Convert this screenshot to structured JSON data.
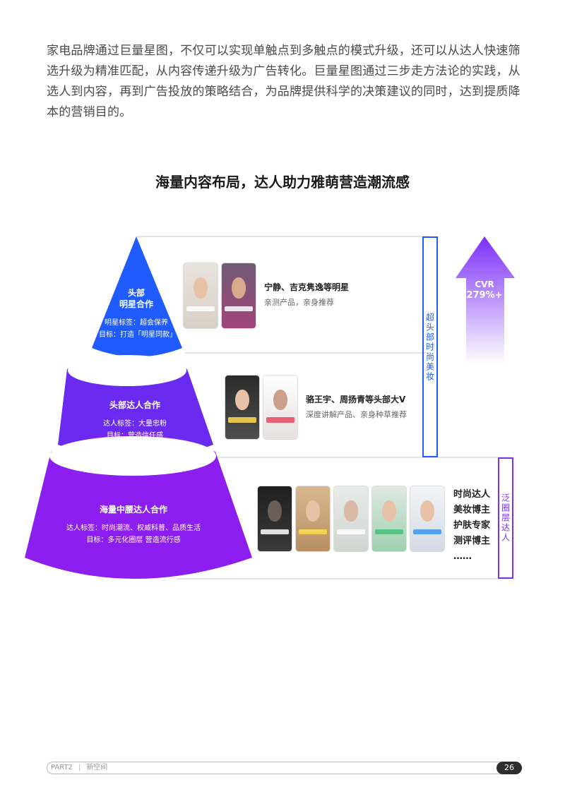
{
  "intro": "家电品牌通过巨量星图，不仅可以实现单触点到多触点的模式升级，还可以从达人快速筛选升级为精准匹配，从内容传递升级为广告转化。巨量星图通过三步走方法论的实践，从选人到内容，再到广告投放的策略结合，为品牌提供科学的决策建议的同时，达到提质降本的营销目的。",
  "section_title": "海量内容布局，达人助力雅萌营造潮流感",
  "layers": {
    "top": {
      "title_line1": "头部",
      "title_line2": "明星合作",
      "tag": "明星标签：超会保养",
      "goal": "目标：打造「明星同款」",
      "color": "#1f5bff"
    },
    "middle": {
      "title": "头部达人合作",
      "tag": "达人标签：大量忠粉",
      "goal": "目标：营造信任感",
      "color": "#6b2af0"
    },
    "bottom": {
      "title": "海量中腰达人合作",
      "tag": "达人标签：时尚潮流、权威科普、品质生活",
      "goal": "目标：多元化圈层 营造流行感",
      "color": "#8c1ff0"
    }
  },
  "tiers": {
    "star": {
      "name": "宁静、吉克隽逸等明星",
      "desc": "亲测产品，亲身推荐"
    },
    "kol": {
      "name": "骆王宇、周扬青等头部大V",
      "desc": "深度讲解产品、亲身种草推荐"
    },
    "mid": [
      "时尚达人",
      "美妆博主",
      "护肤专家",
      "测评博主",
      "……"
    ]
  },
  "side_boxes": {
    "upper": "超头部时尚美妆",
    "lower": "泛圈层达人"
  },
  "cvr": {
    "label": "CVR",
    "value": "279%+"
  },
  "footer": {
    "part": "PART2",
    "section": "新空间",
    "page": "26"
  }
}
